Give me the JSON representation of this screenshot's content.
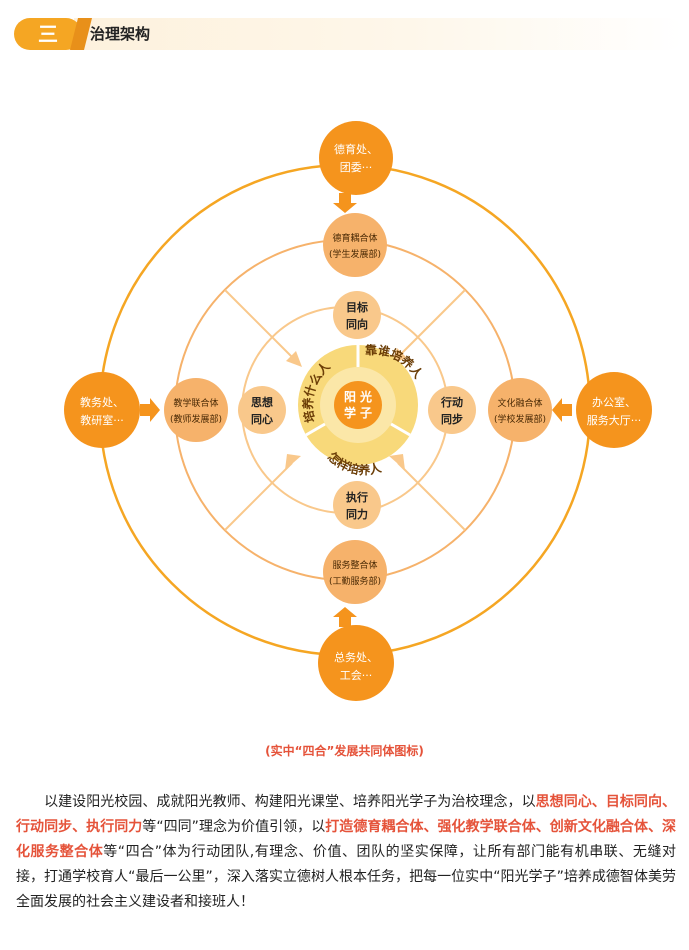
{
  "section": {
    "number": "三",
    "title": "治理架构"
  },
  "diagram": {
    "outer_nodes": {
      "top": [
        "德育处、",
        "团委···"
      ],
      "left": [
        "教务处、",
        "教研室···"
      ],
      "right": [
        "办公室、",
        "服务大厅···"
      ],
      "bottom": [
        "总务处、",
        "工会···"
      ]
    },
    "middle_nodes": {
      "top": [
        "德育耦合体",
        "(学生发展部)"
      ],
      "left": [
        "教学联合体",
        "(教师发展部)"
      ],
      "right": [
        "文化融合体",
        "(学校发展部)"
      ],
      "bottom": [
        "服务整合体",
        "(工勤服务部)"
      ]
    },
    "inner_nodes": {
      "top": [
        "目标",
        "同向"
      ],
      "left": [
        "思想",
        "同心"
      ],
      "right": [
        "行动",
        "同步"
      ],
      "bottom": [
        "执行",
        "同力"
      ]
    },
    "center": {
      "chars": [
        "阳",
        "光",
        "学",
        "子"
      ],
      "ring_texts": [
        "培养什么人",
        "靠谁培养人",
        "怎样培养人"
      ]
    },
    "colors": {
      "outer_node": "#f5941d",
      "outer_ring": "#f5a623",
      "middle_node": "#f6b26b",
      "inner_node": "#f9c88b",
      "center_ring": "#f8d97a",
      "center_core": "#f5941d"
    }
  },
  "caption": "(实中“四合”发展共同体图标)",
  "paragraph": {
    "s1": "　　以建设阳光校园、成就阳光教师、构建阳光课堂、培养阳光学子为治校理念，以",
    "h1": "思想同心、目标同向、行动同步、执行同力",
    "s2": "等“四同”理念为价值引领，以",
    "h2": "打造德育耦合体、强化教学联合体、创新文化融合体、深化服务整合体",
    "s3": "等“四合”体为行动团队,有理念、价值、团队的坚实保障，让所有部门能有机串联、无缝对接，打通学校育人“最后一公里”，深入落实立德树人根本任务，把每一位实中“阳光学子”培养成德智体美劳全面发展的社会主义建设者和接班人！"
  }
}
